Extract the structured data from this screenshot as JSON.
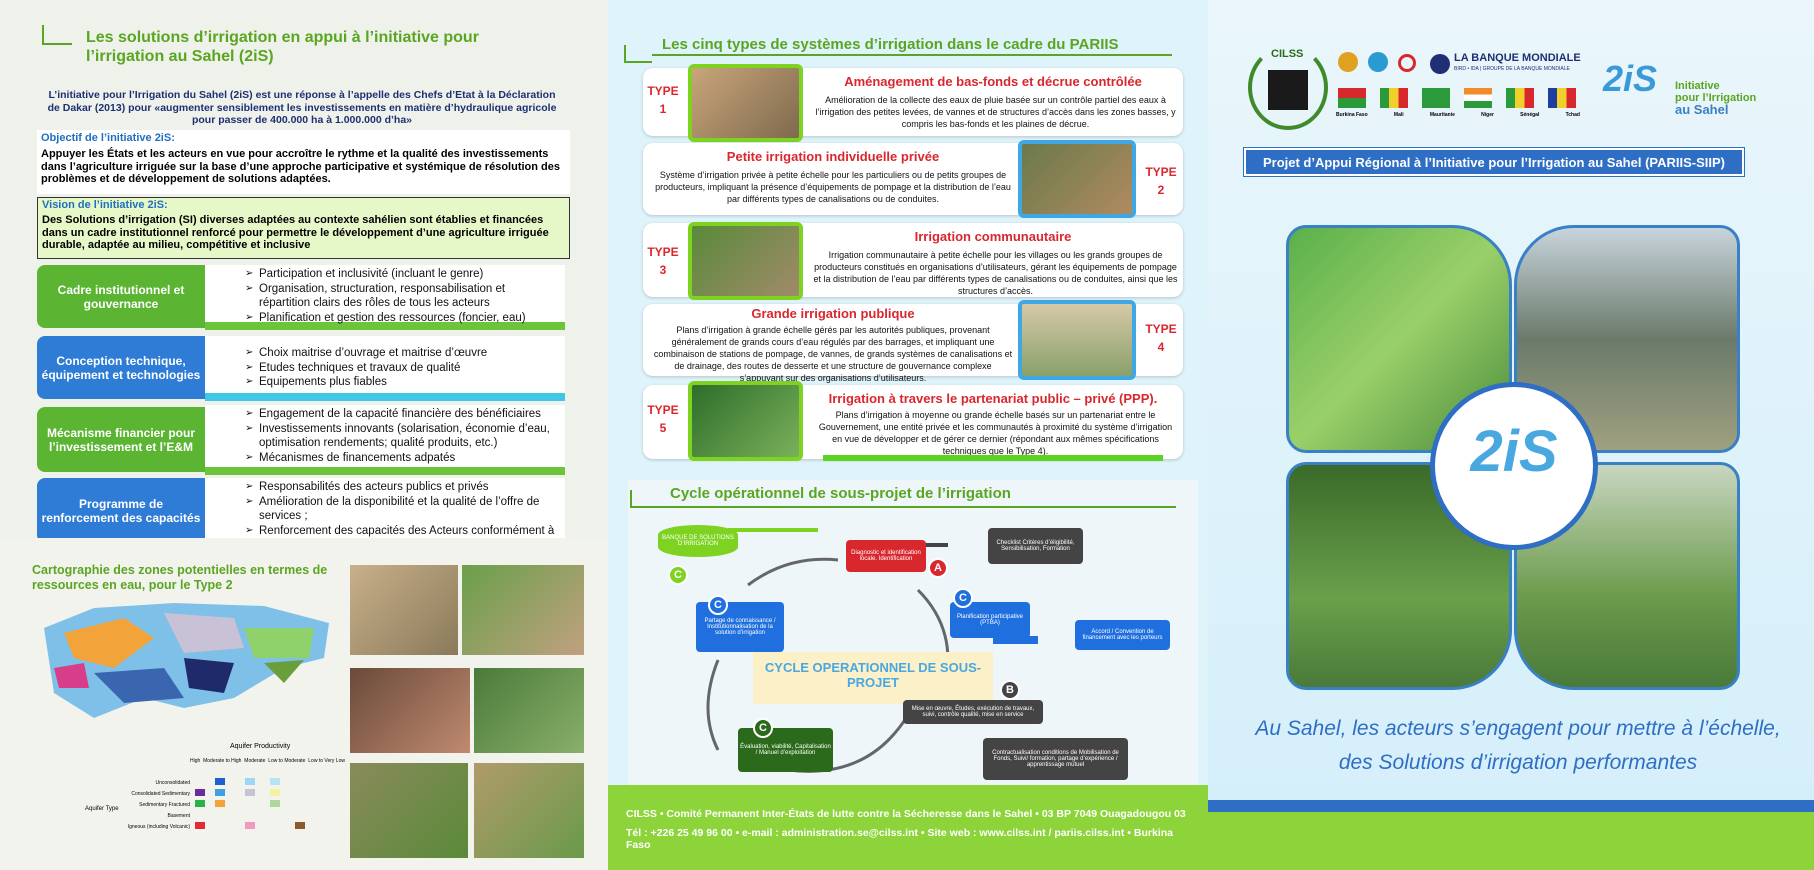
{
  "panel1": {
    "title": "Les solutions d’irrigation en appui à l’initiative pour l’irrigation au Sahel (2iS)",
    "intro": "L’initiative pour l’Irrigation du Sahel (2iS) est une réponse à l’appelle des Chefs d’Etat à la Déclaration de Dakar (2013) pour «augmenter sensiblement les investissements en matière d’hydraulique agricole pour passer de 400.000 ha à 1.000.000 d’ha»",
    "objectif_title": "Objectif de l’initiative 2iS:",
    "objectif_text": "Appuyer les États et les acteurs en vue pour accroître le rythme et la qualité des investissements dans l’agriculture irriguée sur la base d’une approche participative et systémique de résolution des problèmes et de développement de solutions adaptées.",
    "vision_title": "Vision de l’initiative 2iS:",
    "vision_text": "Des Solutions d’irrigation (SI) diverses adaptées au contexte sahélien sont établies et financées dans un cadre institutionnel renforcé pour permettre le développement d’une agriculture irriguée durable, adaptée au milieu, compétitive et inclusive",
    "rows": [
      {
        "label": "Cadre institutionnel et gouvernance",
        "items": [
          "Participation et inclusivité (incluant le genre)",
          "Organisation, structuration, responsabilisation et répartition clairs des rôles de tous les acteurs",
          "Planification et gestion des ressources (foncier, eau)"
        ]
      },
      {
        "label": "Conception technique, équipement et technologies",
        "items": [
          "Choix maitrise d’ouvrage et  maitrise d’œuvre",
          "Etudes techniques et travaux de qualité",
          "Equipements plus fiables"
        ]
      },
      {
        "label": "Mécanisme financier pour l’investissement et l’E&M",
        "items": [
          "Engagement de la capacité financière des bénéficiaires",
          "Investissements innovants (solarisation, économie d’eau, optimisation rendements; qualité produits, etc.)",
          "Mécanismes de financements adpatés"
        ]
      },
      {
        "label": "Programme de renforcement des capacités",
        "items": [
          "Responsabilités des acteurs publics et privés",
          "Amélioration de la disponibilité et la qualité de l’offre de services ;",
          "Renforcement des capacités des Acteurs conformément à leurs responsabilités"
        ]
      }
    ],
    "map_title": "Cartographie des zones potentielles en termes de ressources en eau, pour le Type 2",
    "legend_heading": "Aquifer Productivity",
    "legend_cols": [
      "High",
      "Moderate to High",
      "Moderate",
      "Low to Moderate",
      "Low to Very Low"
    ],
    "legend_rows": [
      "Unconsolidated",
      "Consolidated Sedimentary",
      "Sedimentary Fractured",
      "Basement",
      "Igneous (including Volcanic)"
    ],
    "legend_side": "Aquifer Type"
  },
  "panel2": {
    "title": "Les cinq types de systèmes d’irrigation dans le cadre du PARIIS",
    "types": [
      {
        "label": "TYPE",
        "num": "1",
        "title": "Aménagement de bas-fonds et décrue contrôlée",
        "desc": "Amélioration de la collecte des eaux de pluie basée sur un contrôle partiel des eaux à l’irrigation des petites levées, de vannes et de structures d’accès dans les zones basses, y compris les bas-fonds et les plaines de décrue."
      },
      {
        "label": "TYPE",
        "num": "2",
        "title": "Petite irrigation individuelle privée",
        "desc": "Système d’irrigation privée à petite échelle pour les particuliers ou de petits groupes de producteurs, impliquant la présence d’équipements de pompage et la distribution de l’eau par différents types de canalisations ou de conduites."
      },
      {
        "label": "TYPE",
        "num": "3",
        "title": "Irrigation communautaire",
        "desc": "Irrigation communautaire à petite échelle pour les villages ou les grands groupes de producteurs constitués en organisations d’utilisateurs, gérant les équipements de pompage et la distribution de l’eau par différents types de canalisations ou de conduites, ainsi que les structures d’accès."
      },
      {
        "label": "TYPE",
        "num": "4",
        "title": "Grande irrigation publique",
        "desc": "Plans d’irrigation à grande échelle gérés par les autorités publiques, provenant généralement de grands cours d’eau régulés par des barrages, et impliquant une combinaison de stations de pompage, de vannes, de grands systèmes de canalisations et de drainage, des routes de desserte et une structure de gouvernance complexe s’appuyant sur des organisations d’utilisateurs."
      },
      {
        "label": "TYPE",
        "num": "5",
        "title": "Irrigation à travers le partenariat public – privé (PPP).",
        "desc": "Plans d’irrigation à moyenne ou grande échelle basés sur un partenariat entre le Gouvernement, une entité privée et les communautés à proximité du système d’irrigation en vue de développer et de gérer ce dernier (répondant aux mêmes spécifications techniques que le Type 4)."
      }
    ],
    "cycle_title": "Cycle opérationnel de sous-projet de l’irrigation",
    "cycle_center": "CYCLE OPERATIONNEL DE SOUS-PROJET",
    "nodes": {
      "banque": "BANQUE DE SOLUTIONS D’IRRIGATION",
      "diagnostic": "Diagnostic et identification locale. Identification",
      "checklist": "Checklist Critères d’éligibilité, Sensibilisation, Formation",
      "partage": "Partage de connaissance / Institutionnalisation de la solution d’irrigation",
      "planif": "Planification participative (PTBA)",
      "accord": "Accord / Convention de financement avec les porteurs",
      "miseoeuvre": "Mise en œuvre, Études, exécution de travaux, suivi, contrôle qualité, mise en service",
      "contrat": "Contractualisation conditions de Mobilisation de Fonds, Suivi/ formation, partage d’expérience / apprentissage mutuel",
      "evaluation": "Évaluation, viabilité, Capitalisation / Manuel d’exploitation"
    },
    "badges": {
      "a": "A",
      "b": "B",
      "c": "C"
    },
    "footer1": "CILSS • Comité Permanent Inter-États de lutte contre la Sécheresse dans le Sahel • 03 BP 7049 Ouagadougou 03",
    "footer2": "Tél : +226 25 49 96 00 • e-mail : administration.se@cilss.int • Site web : www.cilss.int / pariis.cilss.int • Burkina Faso"
  },
  "panel3": {
    "cilss": "CILSS",
    "banque": "LA BANQUE MONDIALE",
    "banque_sub": "BIRD • IDA | GROUPE DE LA BANQUE MONDIALE",
    "countries": [
      "Burkina Faso",
      "Mali",
      "Mauritanie",
      "Niger",
      "Sénégal",
      "Tchad"
    ],
    "logo": "2iS",
    "logo_t1": "Initiative",
    "logo_t2": "pour l’Irrigation",
    "logo_t3": "au Sahel",
    "project": "Projet d’Appui Régional à l’Initiative pour l’Irrigation au Sahel (PARIIS-SIIP)",
    "center_logo": "2iS",
    "slogan": "Au Sahel, les acteurs s’engagent pour mettre à l’échelle, des Solutions d’irrigation performantes"
  }
}
